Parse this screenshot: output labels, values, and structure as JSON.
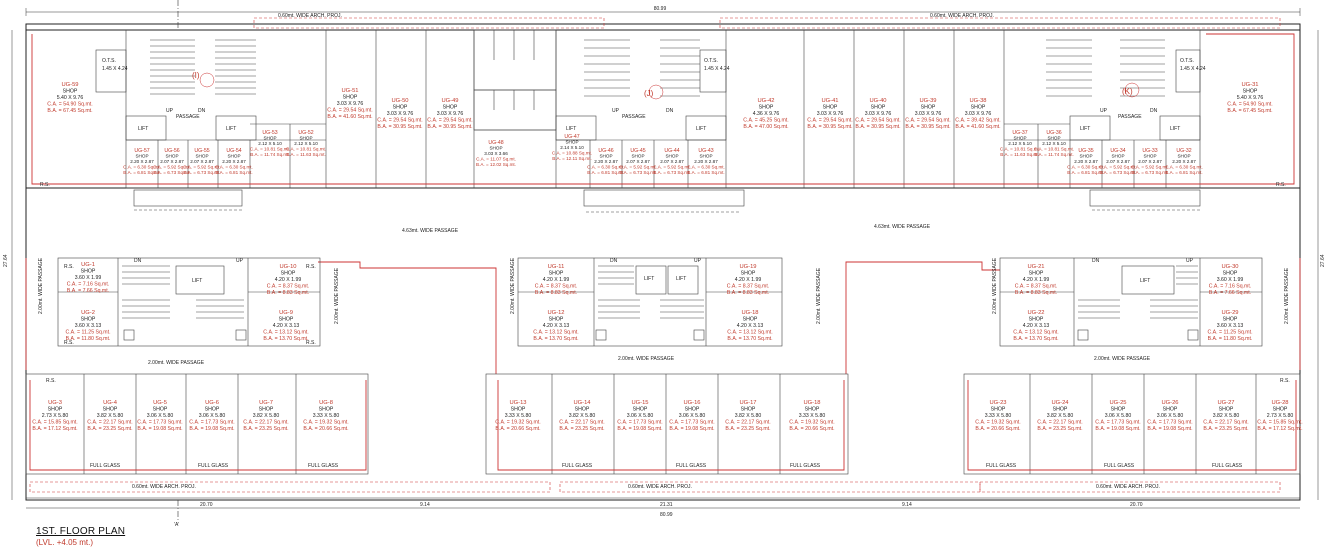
{
  "title": "1ST. FLOOR PLAN",
  "level": "(LVL. +4.05 mt.)",
  "section_mark": "'A'",
  "overall_width": "80.99",
  "overall_depth": "27.64",
  "proj_top": "0.60mt. WIDE ARCH. PROJ.",
  "proj_bottom": "0.60mt. WIDE ARCH. PROJ.",
  "passage_main": "4.63mt. WIDE PASSAGE",
  "passage_mid": "2.00mt. WIDE PASSAGE",
  "passage_side": "2.00mt. WIDE PASSAGE",
  "full_glass": "FULL GLASS",
  "rs": "R.S.",
  "lift": "LIFT",
  "ots": "O.T.S.",
  "ots_dim": "1.45 X 4.24",
  "passage_small": "PASSAGE",
  "stair_up": "UP",
  "stair_dn": "DN",
  "core_labels": [
    "(I)",
    "(J)",
    "(K)"
  ],
  "bottom_dims": [
    "20.70",
    "9.14",
    "21.31",
    "9.14",
    "20.70"
  ],
  "top_shops": [
    {
      "id": "UG-59",
      "dim": "5.40 X 9.76",
      "ca": "C.A. = 54.90 Sq.mt.",
      "ba": "B.A. = 67.45 Sq.mt."
    },
    {
      "id": "UG-51",
      "dim": "3.03 X 9.76",
      "ca": "C.A. = 29.54 Sq.mt.",
      "ba": "B.A. = 41.60 Sq.mt."
    },
    {
      "id": "UG-50",
      "dim": "3.03 X 9.76",
      "ca": "C.A. = 29.54 Sq.mt.",
      "ba": "B.A. = 30.95 Sq.mt."
    },
    {
      "id": "UG-49",
      "dim": "3.03 X 9.76",
      "ca": "C.A. = 29.54 Sq.mt.",
      "ba": "B.A. = 30.95 Sq.mt."
    },
    {
      "id": "UG-42",
      "dim": "4.36 X 9.76",
      "ca": "C.A. = 45.25 Sq.mt.",
      "ba": "B.A. = 47.00 Sq.mt."
    },
    {
      "id": "UG-41",
      "dim": "3.03 X 9.76",
      "ca": "C.A. = 29.54 Sq.mt.",
      "ba": "B.A. = 30.95 Sq.mt."
    },
    {
      "id": "UG-40",
      "dim": "3.03 X 9.76",
      "ca": "C.A. = 29.54 Sq.mt.",
      "ba": "B.A. = 30.95 Sq.mt."
    },
    {
      "id": "UG-39",
      "dim": "3.03 X 9.76",
      "ca": "C.A. = 29.54 Sq.mt.",
      "ba": "B.A. = 30.95 Sq.mt."
    },
    {
      "id": "UG-38",
      "dim": "3.03 X 9.76",
      "ca": "C.A. = 39.42 Sq.mt.",
      "ba": "B.A. = 41.60 Sq.mt."
    },
    {
      "id": "UG-31",
      "dim": "5.40 X 9.76",
      "ca": "C.A. = 54.90 Sq.mt.",
      "ba": "B.A. = 67.45 Sq.mt."
    }
  ],
  "small_shops": [
    {
      "id": "UG-57",
      "dim": "2.20 X 2.87",
      "ca": "C.A. = 6.30 Sq.mt.",
      "ba": "B.A. = 6.81 Sq.mt."
    },
    {
      "id": "UG-56",
      "dim": "2.07 X 2.87",
      "ca": "C.A. = 5.92 Sq.mt.",
      "ba": "B.A. = 6.73 Sq.mt."
    },
    {
      "id": "UG-55",
      "dim": "2.07 X 2.87",
      "ca": "C.A. = 5.92 Sq.mt.",
      "ba": "B.A. = 6.73 Sq.mt."
    },
    {
      "id": "UG-54",
      "dim": "2.20 X 2.87",
      "ca": "C.A. = 6.30 Sq.mt.",
      "ba": "B.A. = 6.81 Sq.mt."
    },
    {
      "id": "UG-53",
      "dim": "2.12 X 5.10",
      "ca": "C.A. = 10.81 Sq.mt.",
      "ba": "B.A. = 11.74 Sq.mt."
    },
    {
      "id": "UG-52",
      "dim": "2.12 X 5.10",
      "ca": "C.A. = 10.81 Sq.mt.",
      "ba": "B.A. = 11.63 Sq.mt."
    },
    {
      "id": "UG-48",
      "dim": "3.03 X 3.66",
      "ca": "C.A. = 11.07 Sq.mt.",
      "ba": "B.A. = 12.02 Sq.mt."
    },
    {
      "id": "UG-47",
      "dim": "2.14 X 5.10",
      "ca": "C.A. = 10.88 Sq.mt.",
      "ba": "B.A. = 12.11 Sq.mt."
    },
    {
      "id": "UG-46",
      "dim": "2.20 X 2.87",
      "ca": "C.A. = 6.30 Sq.mt.",
      "ba": "B.A. = 6.81 Sq.mt."
    },
    {
      "id": "UG-45",
      "dim": "2.07 X 2.87",
      "ca": "C.A. = 5.92 Sq.mt.",
      "ba": "B.A. = 6.73 Sq.mt."
    },
    {
      "id": "UG-44",
      "dim": "2.07 X 2.87",
      "ca": "C.A. = 5.92 Sq.mt.",
      "ba": "B.A. = 6.73 Sq.mt."
    },
    {
      "id": "UG-43",
      "dim": "2.20 X 2.87",
      "ca": "C.A. = 6.30 Sq.mt.",
      "ba": "B.A. = 6.81 Sq.mt."
    },
    {
      "id": "UG-37",
      "dim": "2.12 X 5.10",
      "ca": "C.A. = 10.81 Sq.mt.",
      "ba": "B.A. = 11.63 Sq.mt."
    },
    {
      "id": "UG-36",
      "dim": "2.12 X 5.10",
      "ca": "C.A. = 10.81 Sq.mt.",
      "ba": "B.A. = 11.74 Sq.mt."
    },
    {
      "id": "UG-35",
      "dim": "2.20 X 2.87",
      "ca": "C.A. = 6.30 Sq.mt.",
      "ba": "B.A. = 6.81 Sq.mt."
    },
    {
      "id": "UG-34",
      "dim": "2.07 X 2.87",
      "ca": "C.A. = 5.92 Sq.mt.",
      "ba": "B.A. = 6.73 Sq.mt."
    },
    {
      "id": "UG-33",
      "dim": "2.07 X 2.87",
      "ca": "C.A. = 5.92 Sq.mt.",
      "ba": "B.A. = 6.73 Sq.mt."
    },
    {
      "id": "UG-32",
      "dim": "2.20 X 2.87",
      "ca": "C.A. = 6.30 Sq.mt.",
      "ba": "B.A. = 6.81 Sq.mt."
    }
  ],
  "mid_shops": [
    {
      "id": "UG-1",
      "dim": "3.60 X 1.99",
      "ca": "C.A. = 7.16 Sq.mt.",
      "ba": "B.A. = 7.66 Sq.mt."
    },
    {
      "id": "UG-10",
      "dim": "4.20 X 1.99",
      "ca": "C.A. = 8.37 Sq.mt.",
      "ba": "B.A. = 8.83 Sq.mt."
    },
    {
      "id": "UG-2",
      "dim": "3.60 X 3.13",
      "ca": "C.A. = 11.25 Sq.mt.",
      "ba": "B.A. = 11.80 Sq.mt."
    },
    {
      "id": "UG-9",
      "dim": "4.20 X 3.13",
      "ca": "C.A. = 13.12 Sq.mt.",
      "ba": "B.A. = 13.70 Sq.mt."
    },
    {
      "id": "UG-11",
      "dim": "4.20 X 1.99",
      "ca": "C.A. = 8.37 Sq.mt.",
      "ba": "B.A. = 8.83 Sq.mt."
    },
    {
      "id": "UG-19",
      "dim": "4.20 X 1.99",
      "ca": "C.A. = 8.37 Sq.mt.",
      "ba": "B.A. = 8.83 Sq.mt."
    },
    {
      "id": "UG-12",
      "dim": "4.20 X 3.13",
      "ca": "C.A. = 13.12 Sq.mt.",
      "ba": "B.A. = 13.70 Sq.mt."
    },
    {
      "id": "UG-18",
      "dim": "4.20 X 3.13",
      "ca": "C.A. = 13.12 Sq.mt.",
      "ba": "B.A. = 13.70 Sq.mt."
    },
    {
      "id": "UG-21",
      "dim": "4.20 X 1.99",
      "ca": "C.A. = 8.37 Sq.mt.",
      "ba": "B.A. = 8.83 Sq.mt."
    },
    {
      "id": "UG-30",
      "dim": "3.60 X 1.99",
      "ca": "C.A. = 7.16 Sq.mt.",
      "ba": "B.A. = 7.66 Sq.mt."
    },
    {
      "id": "UG-22",
      "dim": "4.20 X 3.13",
      "ca": "C.A. = 13.12 Sq.mt.",
      "ba": "B.A. = 13.70 Sq.mt."
    },
    {
      "id": "UG-29",
      "dim": "3.60 X 3.13",
      "ca": "C.A. = 11.25 Sq.mt.",
      "ba": "B.A. = 11.80 Sq.mt."
    }
  ],
  "bottom_shops": [
    {
      "id": "UG-3",
      "dim": "2.73 X 5.80",
      "ca": "C.A. = 15.85 Sq.mt.",
      "ba": "B.A. = 17.12 Sq.mt."
    },
    {
      "id": "UG-4",
      "dim": "3.82 X 5.80",
      "ca": "C.A. = 22.17 Sq.mt.",
      "ba": "B.A. = 23.25 Sq.mt."
    },
    {
      "id": "UG-5",
      "dim": "3.06 X 5.80",
      "ca": "C.A. = 17.73 Sq.mt.",
      "ba": "B.A. = 19.08 Sq.mt."
    },
    {
      "id": "UG-6",
      "dim": "3.06 X 5.80",
      "ca": "C.A. = 17.73 Sq.mt.",
      "ba": "B.A. = 19.08 Sq.mt."
    },
    {
      "id": "UG-7",
      "dim": "3.82 X 5.80",
      "ca": "C.A. = 22.17 Sq.mt.",
      "ba": "B.A. = 23.25 Sq.mt."
    },
    {
      "id": "UG-8",
      "dim": "3.33 X 5.80",
      "ca": "C.A. = 19.32 Sq.mt.",
      "ba": "B.A. = 20.66 Sq.mt."
    },
    {
      "id": "UG-13",
      "dim": "3.33 X 5.80",
      "ca": "C.A. = 19.32 Sq.mt.",
      "ba": "B.A. = 20.66 Sq.mt."
    },
    {
      "id": "UG-14",
      "dim": "3.82 X 5.80",
      "ca": "C.A. = 22.17 Sq.mt.",
      "ba": "B.A. = 23.25 Sq.mt."
    },
    {
      "id": "UG-15",
      "dim": "3.06 X 5.80",
      "ca": "C.A. = 17.73 Sq.mt.",
      "ba": "B.A. = 19.08 Sq.mt."
    },
    {
      "id": "UG-16",
      "dim": "3.06 X 5.80",
      "ca": "C.A. = 17.73 Sq.mt.",
      "ba": "B.A. = 19.08 Sq.mt."
    },
    {
      "id": "UG-17",
      "dim": "3.82 X 5.80",
      "ca": "C.A. = 22.17 Sq.mt.",
      "ba": "B.A. = 23.25 Sq.mt."
    },
    {
      "id": "UG-18",
      "dim": "3.33 X 5.80",
      "ca": "C.A. = 19.32 Sq.mt.",
      "ba": "B.A. = 20.66 Sq.mt."
    },
    {
      "id": "UG-23",
      "dim": "3.33 X 5.80",
      "ca": "C.A. = 19.32 Sq.mt.",
      "ba": "B.A. = 20.66 Sq.mt."
    },
    {
      "id": "UG-24",
      "dim": "3.82 X 5.80",
      "ca": "C.A. = 22.17 Sq.mt.",
      "ba": "B.A. = 23.25 Sq.mt."
    },
    {
      "id": "UG-25",
      "dim": "3.06 X 5.80",
      "ca": "C.A. = 17.73 Sq.mt.",
      "ba": "B.A. = 19.08 Sq.mt."
    },
    {
      "id": "UG-26",
      "dim": "3.06 X 5.80",
      "ca": "C.A. = 17.73 Sq.mt.",
      "ba": "B.A. = 19.08 Sq.mt."
    },
    {
      "id": "UG-27",
      "dim": "3.82 X 5.80",
      "ca": "C.A. = 22.17 Sq.mt.",
      "ba": "B.A. = 23.25 Sq.mt."
    },
    {
      "id": "UG-28",
      "dim": "2.73 X 5.80",
      "ca": "C.A. = 15.85 Sq.mt.",
      "ba": "B.A. = 17.12 Sq.mt."
    }
  ],
  "colors": {
    "walls": "#222222",
    "unit_text": "#c0392b",
    "outline_red": "#cc3333",
    "dim_blue": "#3050b0",
    "dim_green": "#2a8a3a"
  }
}
